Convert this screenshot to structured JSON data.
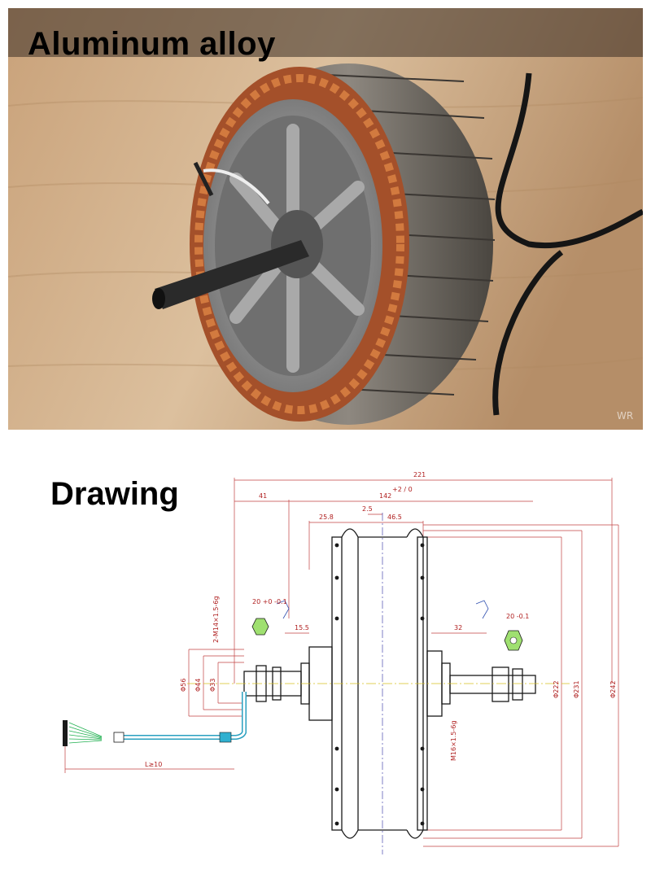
{
  "photo": {
    "caption": "Aluminum alloy",
    "watermark": "WR"
  },
  "drawing": {
    "caption": "Drawing",
    "dimensions": {
      "overall_width": "221",
      "span_142": "142",
      "tol_142": "+2 / 0",
      "left_offset": "41",
      "left_flange": "25.8",
      "center_gap": "2.5",
      "right_flange": "46.5",
      "left_flat": "15.5",
      "right_offset": "32",
      "left_thread": "2-M14×1.5-6g",
      "right_thread": "M16×1.5-6g",
      "left_nut": "20 +0 -0.1",
      "right_nut": "20 -0.1",
      "dia_56": "Φ56",
      "dia_44": "Φ44",
      "dia_33": "Φ33",
      "dia_222": "Φ222",
      "dia_231": "Φ231",
      "dia_242": "Φ242",
      "cable_length": "L≥10"
    }
  }
}
